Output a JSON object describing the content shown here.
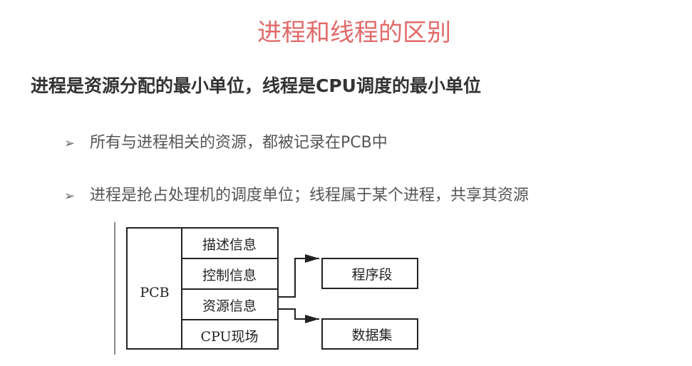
{
  "title": "进程和线程的区别",
  "subtitle": "进程是资源分配的最小单位，线程是CPU调度的最小单位",
  "bullets": [
    {
      "icon": "arrow-bullet-icon",
      "marker": "➢",
      "text": "所有与进程相关的资源，都被记录在PCB中"
    },
    {
      "icon": "arrow-bullet-icon",
      "marker": "➢",
      "text": "进程是抢占处理机的调度单位；线程属于某个进程，共享其资源"
    }
  ],
  "diagram": {
    "pcb_label": "PCB",
    "rows": [
      "描述信息",
      "控制信息",
      "资源信息",
      "CPU现场"
    ],
    "targets": [
      "程序段",
      "数据集"
    ]
  }
}
